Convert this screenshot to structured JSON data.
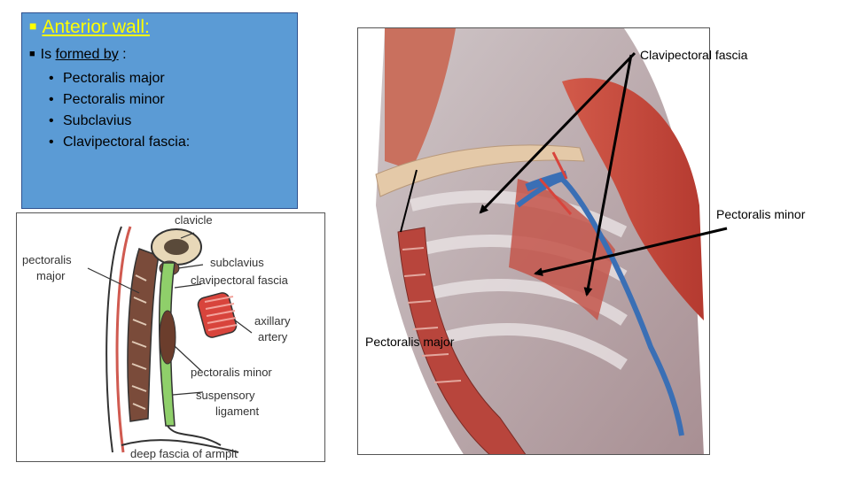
{
  "slide": {
    "heading": "Anterior wall:",
    "intro_prefix": "Is ",
    "intro_underlined": "formed by",
    "intro_suffix": " :",
    "parts": [
      "Pectoralis major",
      "Pectoralis minor",
      "Subclavius",
      "Clavipectoral fascia:"
    ]
  },
  "diagram": {
    "labels": {
      "clavicle": "clavicle",
      "pectoralis": "pectoralis",
      "major": "major",
      "subclavius": "subclavius",
      "clavipectoral_fascia": "clavipectoral fascia",
      "axillary": "axillary",
      "artery": "artery",
      "pectoralis_minor": "pectoralis minor",
      "suspensory": "suspensory",
      "ligament": "ligament",
      "deep_fascia": "deep fascia of armpit"
    }
  },
  "photo": {
    "callouts": {
      "clavipectoral_fascia": "Clavipectoral fascia",
      "pectoralis_minor": "Pectoralis minor",
      "pectoralis_major": "Pectoralis major"
    }
  },
  "colors": {
    "box_fill": "#5b9bd5",
    "heading": "#ffff00",
    "muscle": "#c0403a",
    "fascia": "#8fcf6a",
    "vein": "#3a6fb5"
  }
}
